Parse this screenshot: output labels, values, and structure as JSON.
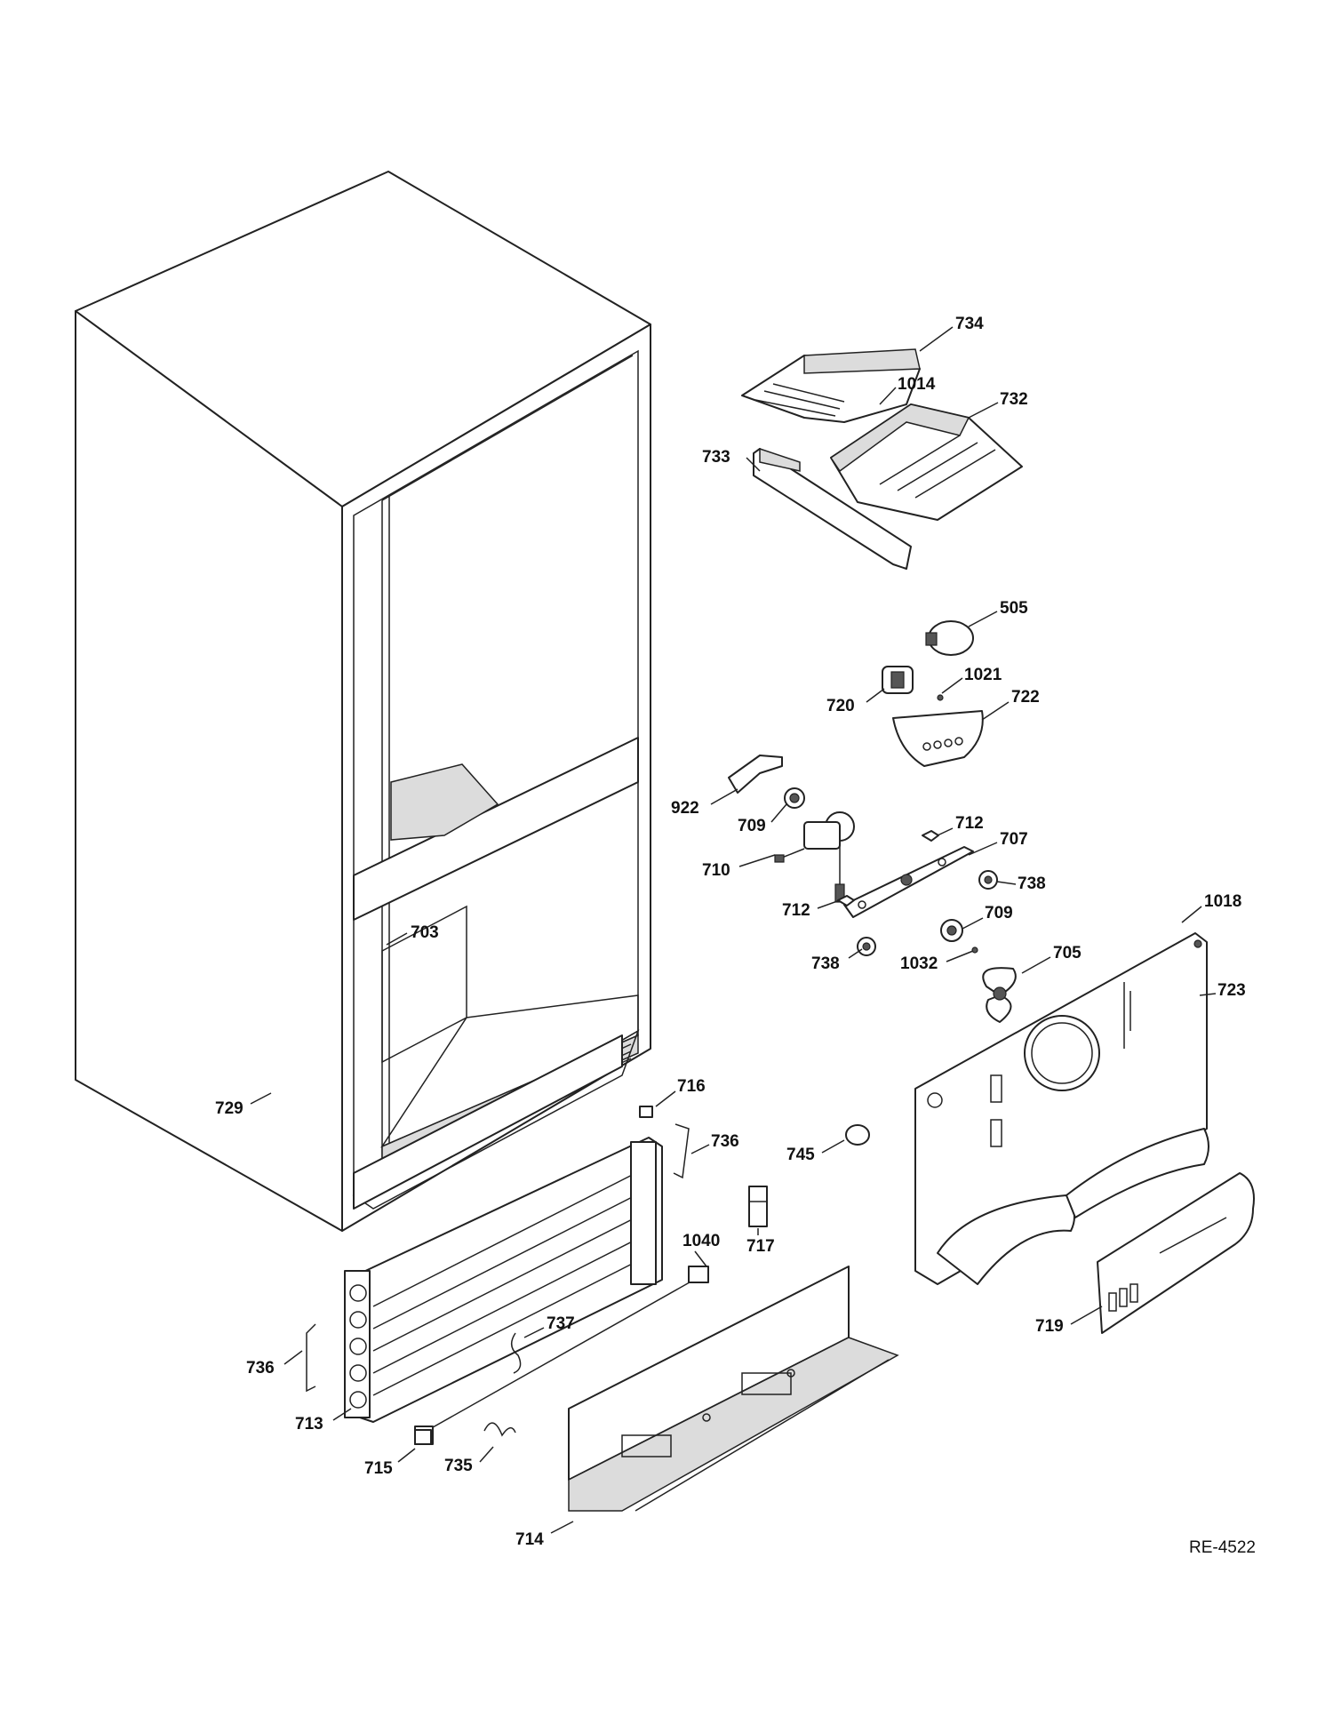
{
  "diagram": {
    "reference": "RE-4522",
    "callouts": [
      {
        "id": "c734",
        "text": "734"
      },
      {
        "id": "c1014",
        "text": "1014"
      },
      {
        "id": "c732",
        "text": "732"
      },
      {
        "id": "c733",
        "text": "733"
      },
      {
        "id": "c505",
        "text": "505"
      },
      {
        "id": "c1021",
        "text": "1021"
      },
      {
        "id": "c720",
        "text": "720"
      },
      {
        "id": "c722",
        "text": "722"
      },
      {
        "id": "c922",
        "text": "922"
      },
      {
        "id": "c709a",
        "text": "709"
      },
      {
        "id": "c712a",
        "text": "712"
      },
      {
        "id": "c707",
        "text": "707"
      },
      {
        "id": "c710",
        "text": "710"
      },
      {
        "id": "c738a",
        "text": "738"
      },
      {
        "id": "c712b",
        "text": "712"
      },
      {
        "id": "c709b",
        "text": "709"
      },
      {
        "id": "c1018",
        "text": "1018"
      },
      {
        "id": "c738b",
        "text": "738"
      },
      {
        "id": "c1032",
        "text": "1032"
      },
      {
        "id": "c705",
        "text": "705"
      },
      {
        "id": "c723",
        "text": "723"
      },
      {
        "id": "c703",
        "text": "703"
      },
      {
        "id": "c729",
        "text": "729"
      },
      {
        "id": "c716",
        "text": "716"
      },
      {
        "id": "c736a",
        "text": "736"
      },
      {
        "id": "c745",
        "text": "745"
      },
      {
        "id": "c717",
        "text": "717"
      },
      {
        "id": "c1040",
        "text": "1040"
      },
      {
        "id": "c737",
        "text": "737"
      },
      {
        "id": "c736b",
        "text": "736"
      },
      {
        "id": "c713",
        "text": "713"
      },
      {
        "id": "c719",
        "text": "719"
      },
      {
        "id": "c715",
        "text": "715"
      },
      {
        "id": "c735",
        "text": "735"
      },
      {
        "id": "c714",
        "text": "714"
      }
    ]
  }
}
